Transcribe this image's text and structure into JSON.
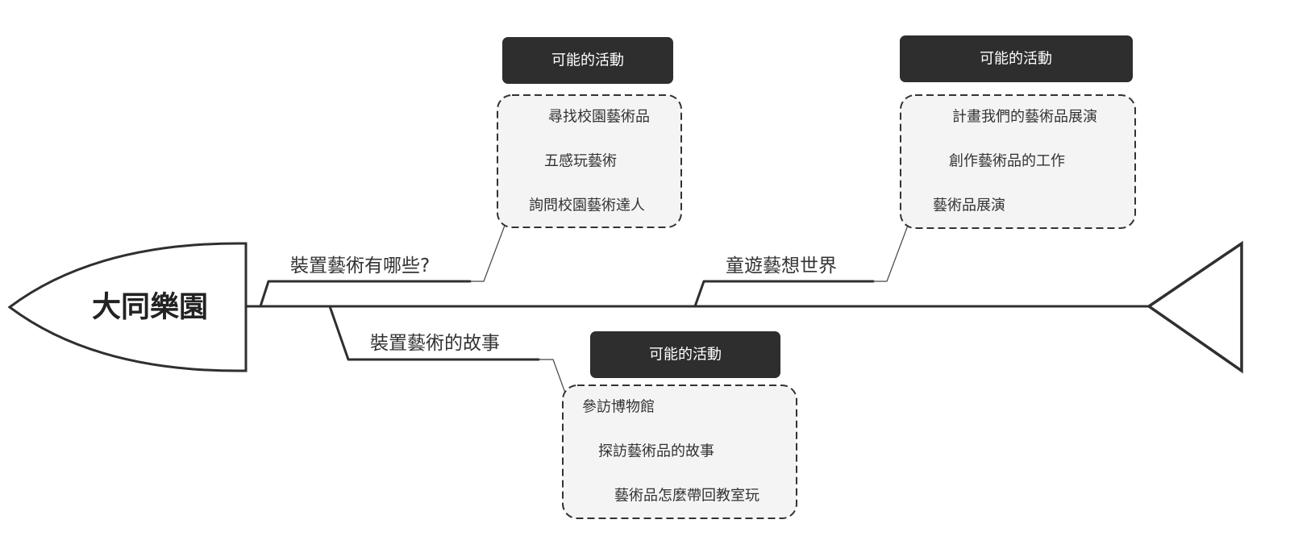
{
  "diagram": {
    "head": {
      "title": "大同樂園"
    },
    "bones": [
      {
        "label": "裝置藝術有哪些?",
        "group": {
          "header": "可能的活動",
          "items": [
            "尋找校園藝術品",
            "五感玩藝術",
            "詢問校園藝術達人"
          ]
        }
      },
      {
        "label": "童遊藝想世界",
        "group": {
          "header": "可能的活動",
          "items": [
            "計畫我們的藝術品展演",
            "創作藝術品的工作",
            "藝術品展演"
          ]
        }
      },
      {
        "label": "裝置藝術的故事",
        "group": {
          "header": "可能的活動",
          "items": [
            "參訪博物館",
            "探訪藝術品的故事",
            "藝術品怎麼帶回教室玩"
          ]
        }
      }
    ]
  },
  "colors": {
    "stroke": "#2f2f2f",
    "header_fill": "#2e2e2e",
    "header_text": "#ffffff",
    "group_fill": "#f4f4f4",
    "text": "#333333"
  }
}
